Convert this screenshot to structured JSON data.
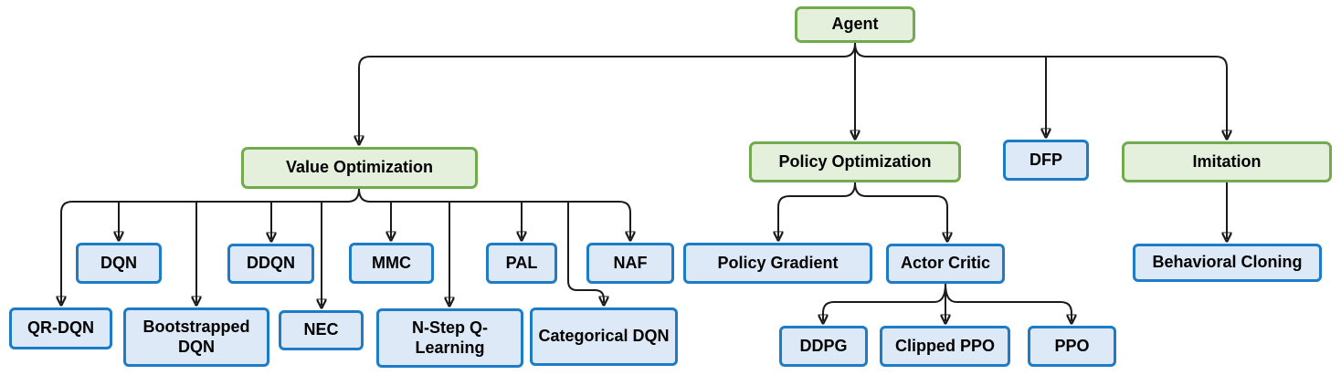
{
  "diagram": {
    "type": "tree",
    "root": "Agent",
    "colors": {
      "category_fill": "#e4f0dc",
      "category_border": "#71ab4e",
      "algorithm_fill": "#dde9f7",
      "algorithm_border": "#1e7bc6",
      "connector": "#1a1a1a",
      "text": "#000000"
    },
    "nodes": {
      "agent": {
        "label": "Agent",
        "type": "category"
      },
      "value-optimization": {
        "label": "Value Optimization",
        "type": "category"
      },
      "policy-optimization": {
        "label": "Policy Optimization",
        "type": "category"
      },
      "dfp": {
        "label": "DFP",
        "type": "algorithm"
      },
      "imitation": {
        "label": "Imitation",
        "type": "category"
      },
      "dqn": {
        "label": "DQN",
        "type": "algorithm"
      },
      "ddqn": {
        "label": "DDQN",
        "type": "algorithm"
      },
      "mmc": {
        "label": "MMC",
        "type": "algorithm"
      },
      "pal": {
        "label": "PAL",
        "type": "algorithm"
      },
      "naf": {
        "label": "NAF",
        "type": "algorithm"
      },
      "qr-dqn": {
        "label": "QR-DQN",
        "type": "algorithm"
      },
      "bootstrapped-dqn": {
        "label": "Bootstrapped DQN",
        "type": "algorithm"
      },
      "nec": {
        "label": "NEC",
        "type": "algorithm"
      },
      "n-step-q-learning": {
        "label": "N-Step Q-Learning",
        "type": "algorithm"
      },
      "categorical-dqn": {
        "label": "Categorical DQN",
        "type": "algorithm"
      },
      "policy-gradient": {
        "label": "Policy Gradient",
        "type": "algorithm"
      },
      "actor-critic": {
        "label": "Actor Critic",
        "type": "algorithm"
      },
      "behavioral-cloning": {
        "label": "Behavioral Cloning",
        "type": "algorithm"
      },
      "ddpg": {
        "label": "DDPG",
        "type": "algorithm"
      },
      "clipped-ppo": {
        "label": "Clipped PPO",
        "type": "algorithm"
      },
      "ppo": {
        "label": "PPO",
        "type": "algorithm"
      }
    },
    "edges": [
      [
        "Agent",
        "Value Optimization"
      ],
      [
        "Agent",
        "Policy Optimization"
      ],
      [
        "Agent",
        "DFP"
      ],
      [
        "Agent",
        "Imitation"
      ],
      [
        "Value Optimization",
        "QR-DQN"
      ],
      [
        "Value Optimization",
        "DQN"
      ],
      [
        "Value Optimization",
        "Bootstrapped DQN"
      ],
      [
        "Value Optimization",
        "DDQN"
      ],
      [
        "Value Optimization",
        "NEC"
      ],
      [
        "Value Optimization",
        "MMC"
      ],
      [
        "Value Optimization",
        "N-Step Q-Learning"
      ],
      [
        "Value Optimization",
        "PAL"
      ],
      [
        "Value Optimization",
        "Categorical DQN"
      ],
      [
        "Value Optimization",
        "NAF"
      ],
      [
        "Policy Optimization",
        "Policy Gradient"
      ],
      [
        "Policy Optimization",
        "Actor Critic"
      ],
      [
        "Actor Critic",
        "DDPG"
      ],
      [
        "Actor Critic",
        "Clipped PPO"
      ],
      [
        "Actor Critic",
        "PPO"
      ],
      [
        "Imitation",
        "Behavioral Cloning"
      ]
    ]
  }
}
